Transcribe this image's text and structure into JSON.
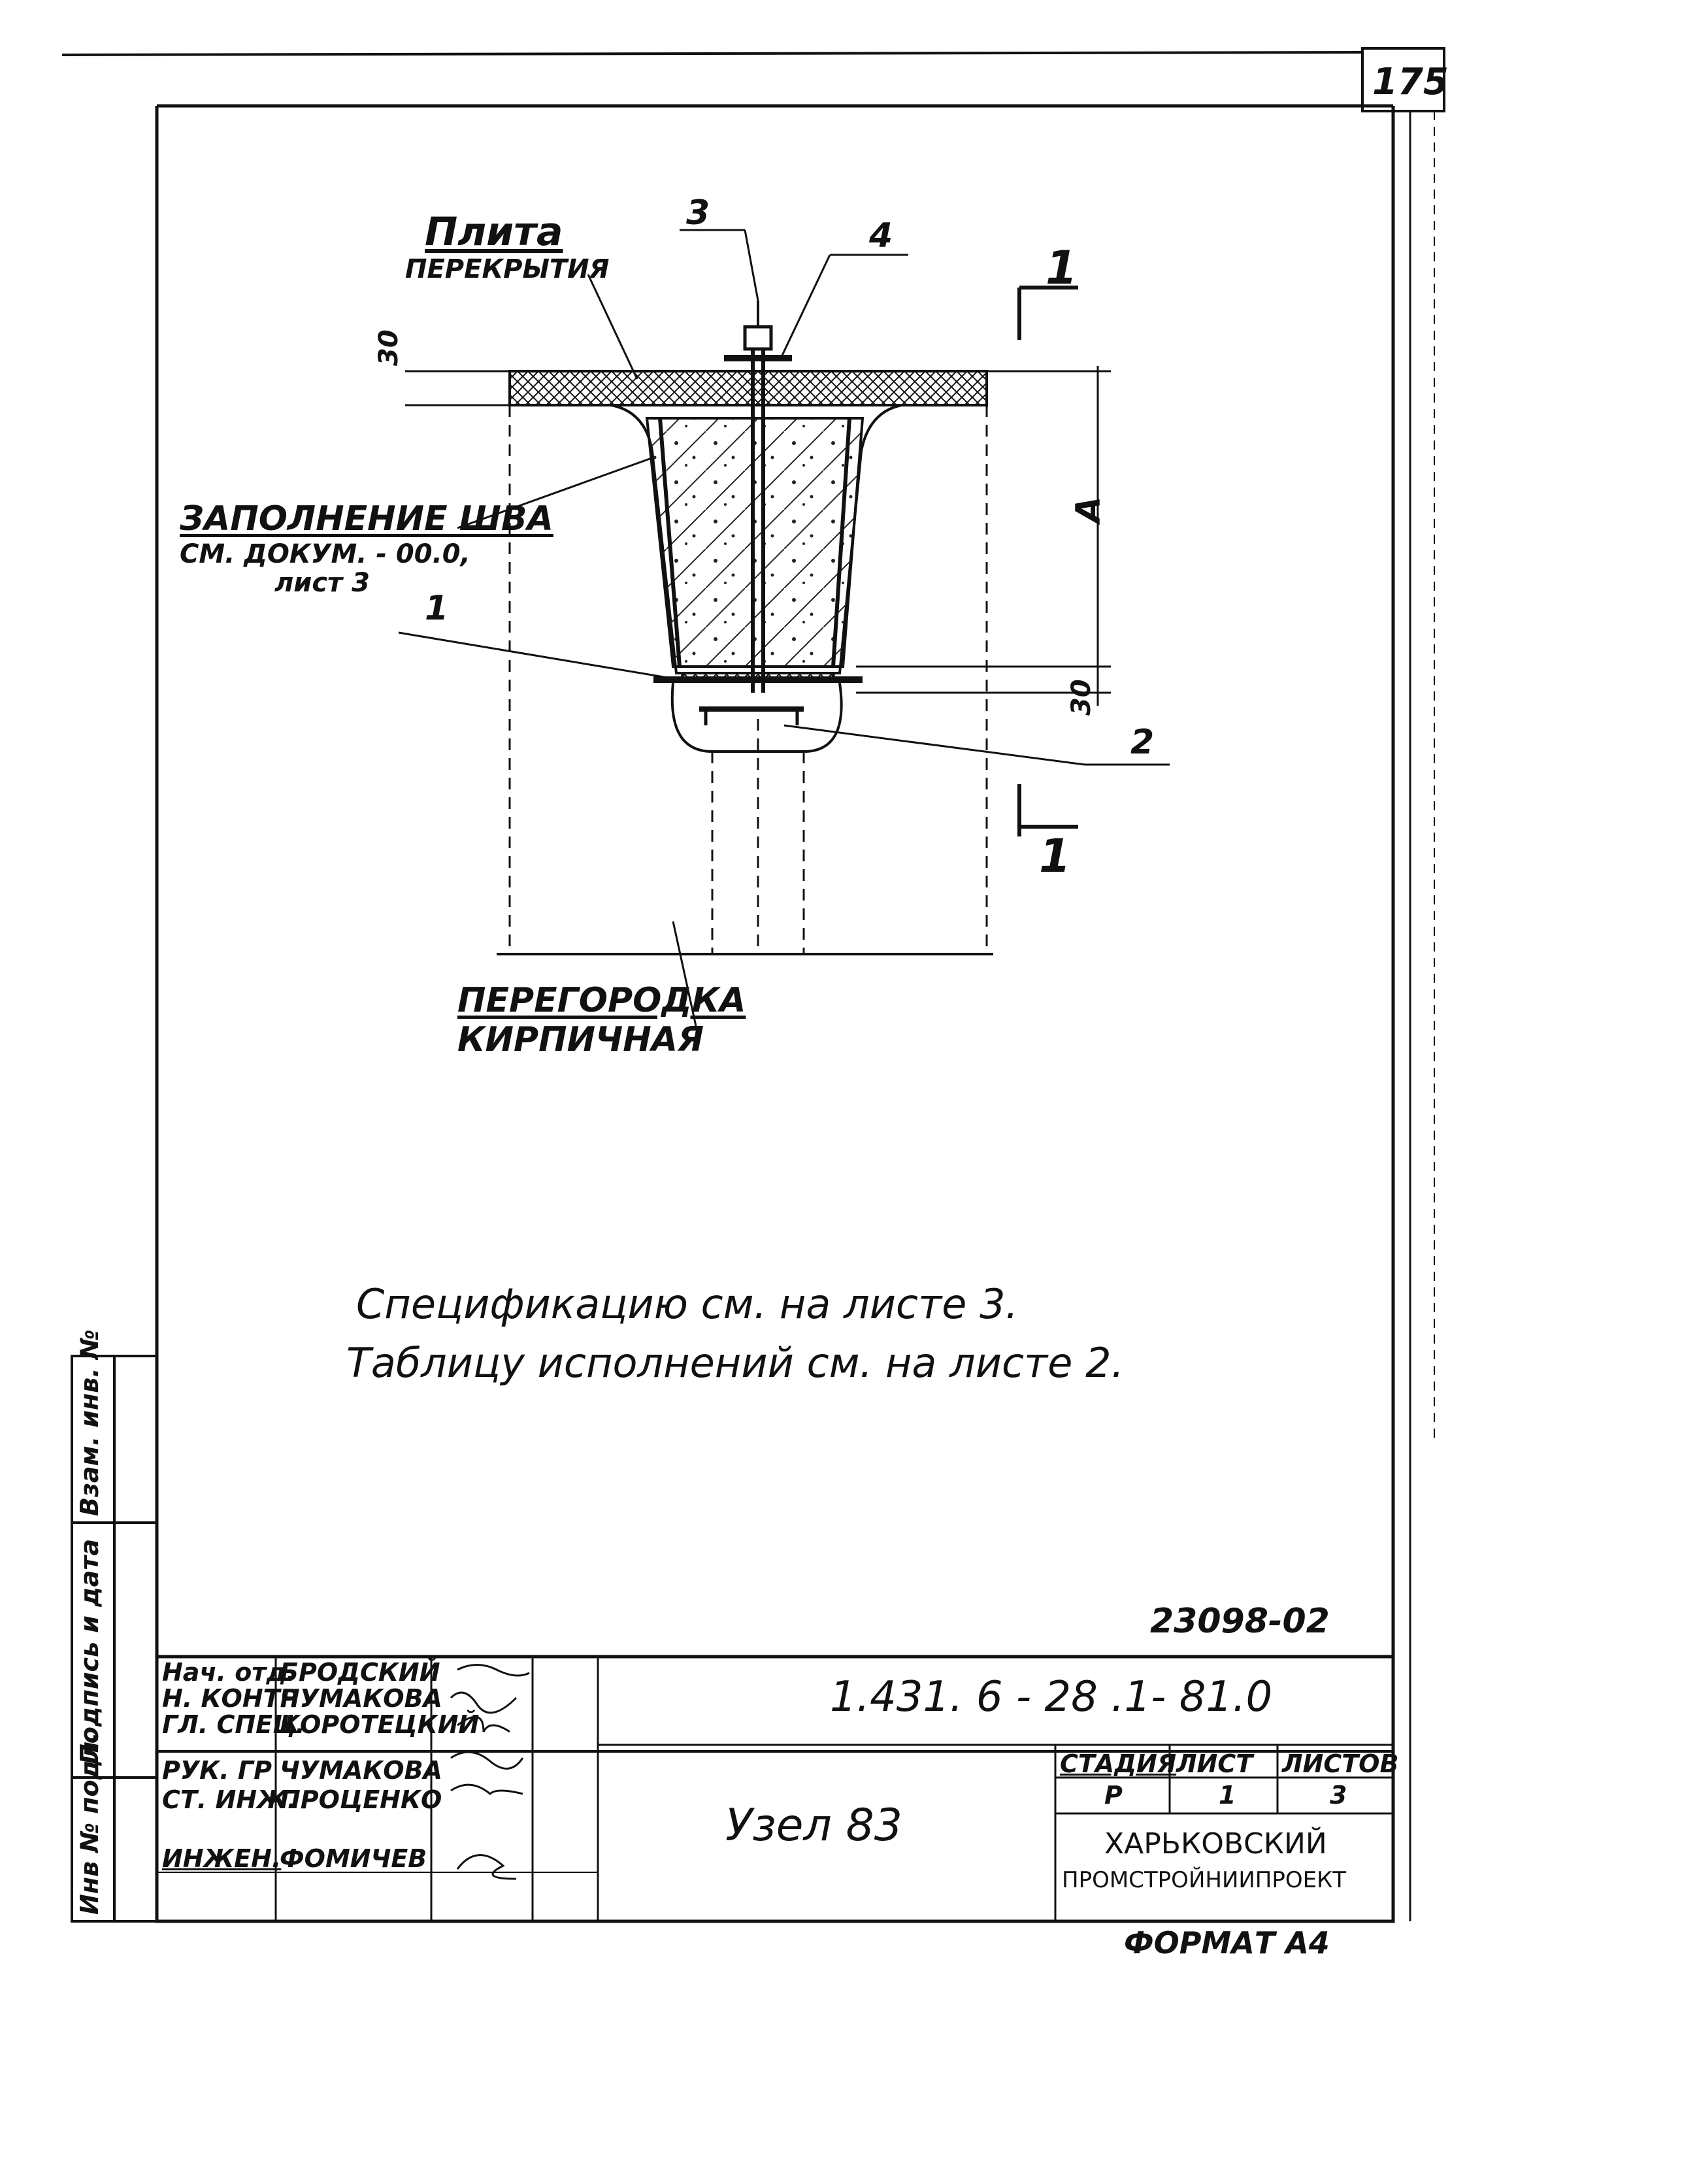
{
  "sheet": {
    "page_number": "175",
    "archive_number": "23098-02",
    "format": "Формат А4"
  },
  "drawing": {
    "label_slab_1": "Плита",
    "label_slab_2": "перекрытия",
    "label_joint_1": "Заполнение шва",
    "label_joint_2": "см. докум. - 00.0,",
    "label_joint_3": "лист 3",
    "label_partition_1": "Перегородка",
    "label_partition_2": "кирпичная",
    "pos_1": "1",
    "pos_2": "2",
    "pos_3": "3",
    "pos_4": "4",
    "dim_top": "30",
    "dim_bottom": "30",
    "dim_a": "А",
    "section_top": "1",
    "section_bottom": "1"
  },
  "notes": {
    "line1": "Спецификацию см. на листе 3.",
    "line2": "Таблицу исполнений см. на листе 2."
  },
  "side_stamp": {
    "col1": "Инв № подл.",
    "col2": "Подпись и дата",
    "col3": "Взам. инв. №"
  },
  "title_block": {
    "designation": "1.431. 6 - 28 .1- 81.0",
    "title": "Узел 83",
    "stage_header": "Стадия",
    "sheet_header": "Лист",
    "sheets_header": "Листов",
    "stage": "Р",
    "sheet": "1",
    "sheets": "3",
    "org_1": "Харьковский",
    "org_2": "Промстройниипроект",
    "rows": [
      {
        "role": "Нач. отд.",
        "name": "Бродский"
      },
      {
        "role": "Н. контр",
        "name": "Чумакова"
      },
      {
        "role": "Гл. спец.",
        "name": "Коротецкий"
      },
      {
        "role": "Рук. гр",
        "name": "Чумакова"
      },
      {
        "role": "Ст. инж.",
        "name": "Проценко"
      },
      {
        "role": "",
        "name": ""
      },
      {
        "role": "Инжен.",
        "name": "Фомичев"
      }
    ]
  },
  "colors": {
    "ink": "#111111",
    "paper": "#ffffff"
  }
}
